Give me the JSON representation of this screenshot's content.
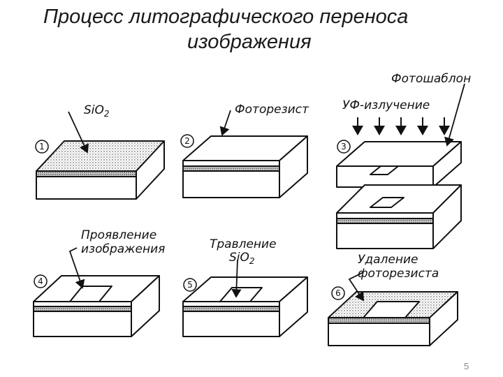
{
  "title": {
    "line1": "Процесс литографического переноса",
    "line2": "изображения"
  },
  "labels": {
    "sio2_top": "SiO",
    "sio2_top_sub": "2",
    "photoresist": "Фоторезист",
    "photomask": "Фотошаблон",
    "uv": "УФ-излучение",
    "develop_line1": "Проявление",
    "develop_line2": "изображения",
    "etch_line1": "Травление",
    "etch_line2": "SiO",
    "etch_line2_sub": "2",
    "remove_line1": "Удаление",
    "remove_line2": "фоторезиста"
  },
  "steps": [
    "1",
    "2",
    "3",
    "4",
    "5",
    "6"
  ],
  "page_number": "5"
}
